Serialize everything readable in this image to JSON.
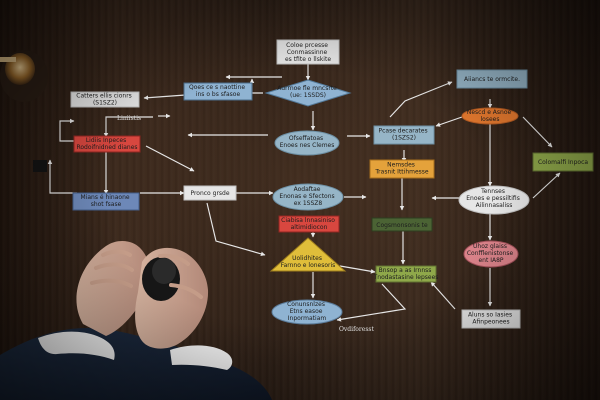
{
  "flowchart": {
    "labels": {
      "top_center_box": "Coloe prcesse\nConmassinne\nes tfite o llskite",
      "top_left_box": "Qoes ce s naottine\nins o bs sfasoe",
      "left_box": "Catters ellis cionrs\n(S1SZ2)",
      "left_note": "Liniistis",
      "center_diamond": "Aurrnoe fle mncsrte\n(ue: 1SSDS)",
      "center_oval": "Ofseffatoas\nEnoes nes Clemes",
      "center_right_box": "Pcase decarates\n(1SZS2)",
      "top_right_box": "Aiiancs te ormcite.",
      "right_top_oval": "Nescd e Asnoe\nlosees",
      "right_mid_box": "Colomalfi Inpoca",
      "middle_orange_box": "Nemsdes\nTrasnit Ittihmesse",
      "left_red_box": "Lidiis Inpeces\nRodoifnidned dianes",
      "left_lower_box": "Mians é hinaone\nshot fsase",
      "center_left_box": "Pronco grsde",
      "center_bottom_oval": "Aodaftae\nEnonas e Sfectons\nex 1SSZ8",
      "lower_red_box": "Ciabisa lnnasiniso\naltimidiocon",
      "lower_green_box": "Cogsmonsonis te",
      "right_oval_middle": "Tennses\nEnoes e pessiltifis\nAilinnasaliss",
      "right_red_oval": "Uhoz glaiss\nConfflenistonse\nent IA8P",
      "lower_triangle": "Uolidhites\nFarnno e lonesoris",
      "lower_box_right": "Bnsop a as Irnnss\nTnodastasine lepsees",
      "bottom_left_oval": "Conunsnlzes\nEtns easoe\nInpormatiam",
      "bottom_right_box": "Aluns so Iasies\nAfinpeonees",
      "bottom_note": "Ovdiforesst"
    }
  },
  "colors": {
    "box_light": "#e6e6e6",
    "box_blue": "#8fb3d2",
    "box_red": "#d8473f",
    "box_orange": "#e4a23b",
    "box_green": "#6b8f48",
    "box_teal": "#96b5c7",
    "box_yellow": "#e0be3a",
    "box_pink": "#d98289",
    "lines": "#e7e7e7",
    "background": "#3a281c"
  }
}
